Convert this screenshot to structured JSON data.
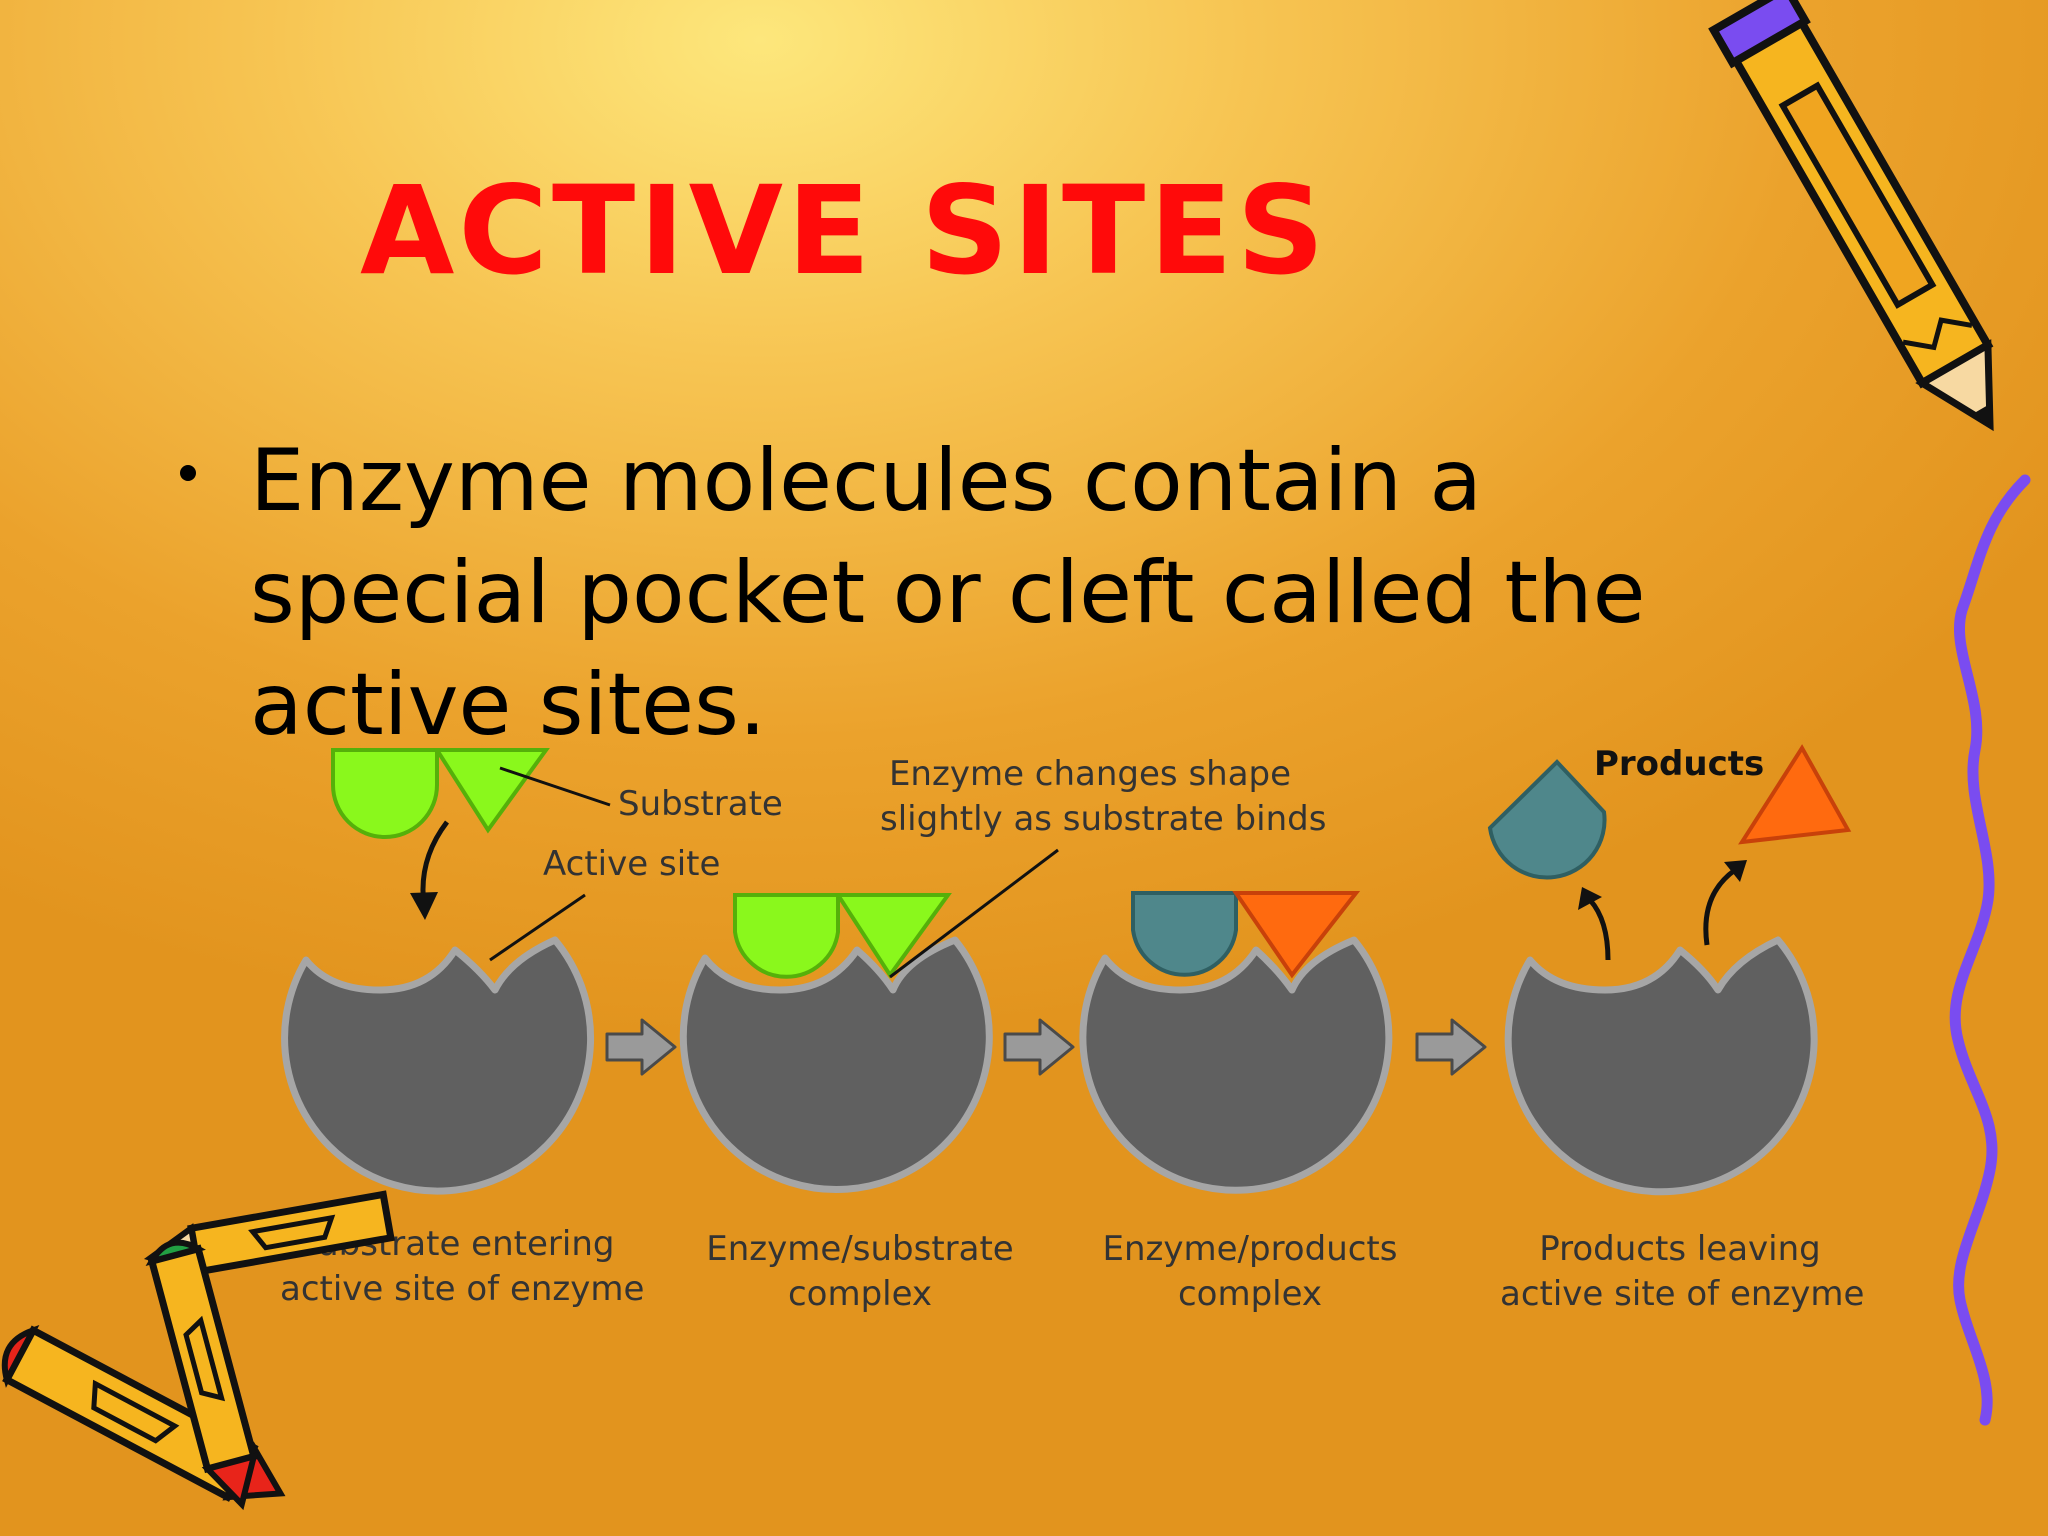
{
  "slide": {
    "title": "ACTIVE SITES",
    "bullet": "Enzyme molecules contain a special pocket or cleft called the active sites."
  },
  "diagram": {
    "callouts": {
      "substrate": "Substrate",
      "active_site": "Active site",
      "shape_change": [
        "Enzyme changes shape",
        "slightly as substrate binds"
      ],
      "products": "Products"
    },
    "stages": [
      {
        "line1": "Substrate entering",
        "line2": "active site of enzyme"
      },
      {
        "line1": "Enzyme/substrate",
        "line2": "complex"
      },
      {
        "line1": "Enzyme/products",
        "line2": "complex"
      },
      {
        "line1": "Products leaving",
        "line2": "active site of enzyme"
      }
    ]
  },
  "colors": {
    "title": "#ff0a0a",
    "enzyme": "#606060",
    "enzyme_outline": "#a6a6a6",
    "substrate": "#8af81c",
    "product_drop": "#4f878b",
    "product_triangle": "#ff6a0f",
    "arrow": "#9a9a9a",
    "squiggle": "#7a4cf0"
  }
}
